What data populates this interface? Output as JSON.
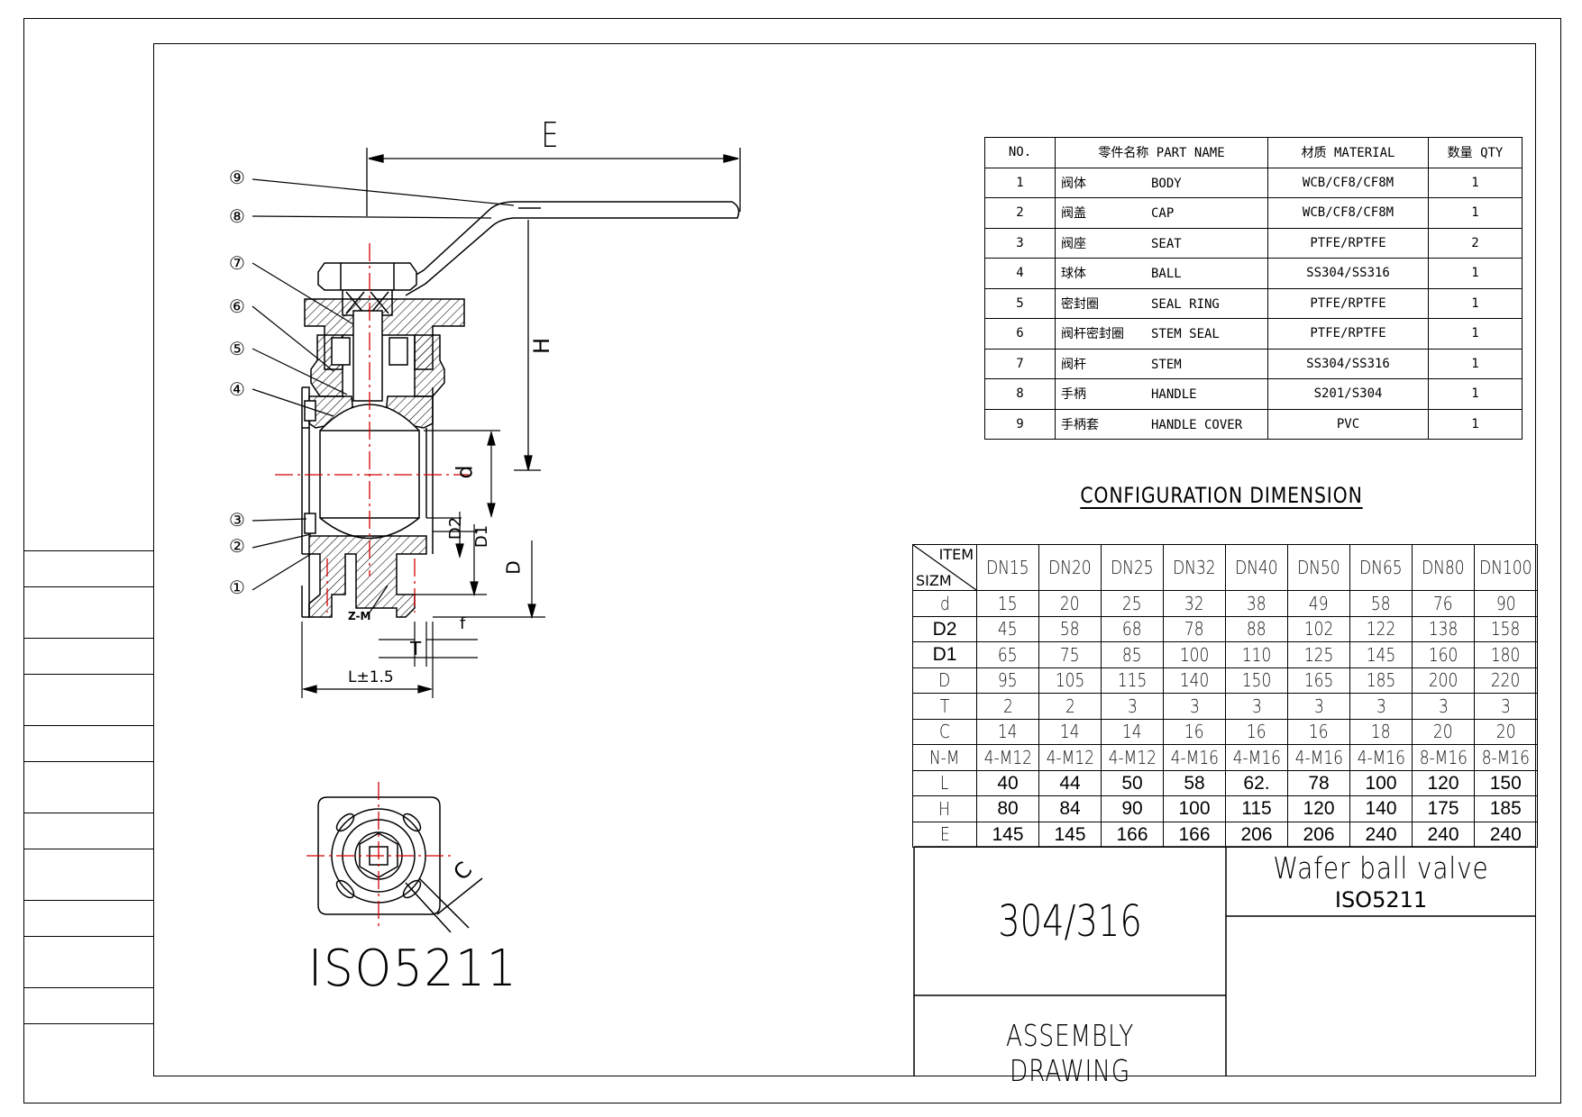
{
  "drawing": {
    "title": "Wafer  ball valve",
    "standard": "ISO5211",
    "material_grade": "304/316",
    "drawing_type": "ASSEMBLY DRAWING",
    "top_view_label": "ISO5211"
  },
  "dimension_labels": {
    "E": "E",
    "H": "H",
    "d": "d",
    "D2": "D2",
    "D1": "D1",
    "D": "D",
    "f": "f",
    "T": "T",
    "L": "L±1.5",
    "ZM": "Z-M",
    "C": "C"
  },
  "balloons": [
    "⑨",
    "⑧",
    "⑦",
    "⑥",
    "⑤",
    "④",
    "③",
    "②",
    "①"
  ],
  "parts_list": {
    "headers": [
      "NO.",
      "零件名称 PART NAME",
      "材质 MATERIAL",
      "数量 QTY"
    ],
    "rows": [
      {
        "no": "1",
        "zh": "阀体",
        "en": "BODY",
        "material": "WCB/CF8/CF8M",
        "qty": "1"
      },
      {
        "no": "2",
        "zh": "阀盖",
        "en": "CAP",
        "material": "WCB/CF8/CF8M",
        "qty": "1"
      },
      {
        "no": "3",
        "zh": "阀座",
        "en": "SEAT",
        "material": "PTFE/RPTFE",
        "qty": "2"
      },
      {
        "no": "4",
        "zh": "球体",
        "en": "BALL",
        "material": "SS304/SS316",
        "qty": "1"
      },
      {
        "no": "5",
        "zh": "密封圈",
        "en": "SEAL RING",
        "material": "PTFE/RPTFE",
        "qty": "1"
      },
      {
        "no": "6",
        "zh": "阀杆密封圈",
        "en": "STEM SEAL",
        "material": "PTFE/RPTFE",
        "qty": "1"
      },
      {
        "no": "7",
        "zh": "阀杆",
        "en": "STEM",
        "material": "SS304/SS316",
        "qty": "1"
      },
      {
        "no": "8",
        "zh": "手柄",
        "en": "HANDLE",
        "material": "S201/S304",
        "qty": "1"
      },
      {
        "no": "9",
        "zh": "手柄套",
        "en": "HANDLE COVER",
        "material": "PVC",
        "qty": "1"
      }
    ]
  },
  "configuration": {
    "title": "CONFIGURATION  DIMENSION",
    "corner_item": "ITEM",
    "corner_size": "SIZM",
    "sizes": [
      "DN15",
      "DN20",
      "DN25",
      "DN32",
      "DN40",
      "DN50",
      "DN65",
      "DN80",
      "DN100"
    ],
    "rows": [
      {
        "label": "d",
        "values": [
          "15",
          "20",
          "25",
          "32",
          "38",
          "49",
          "58",
          "76",
          "90"
        ]
      },
      {
        "label": "D2",
        "values": [
          "45",
          "58",
          "68",
          "78",
          "88",
          "102",
          "122",
          "138",
          "158"
        ]
      },
      {
        "label": "D1",
        "values": [
          "65",
          "75",
          "85",
          "100",
          "110",
          "125",
          "145",
          "160",
          "180"
        ]
      },
      {
        "label": "D",
        "values": [
          "95",
          "105",
          "115",
          "140",
          "150",
          "165",
          "185",
          "200",
          "220"
        ]
      },
      {
        "label": "T",
        "values": [
          "2",
          "2",
          "3",
          "3",
          "3",
          "3",
          "3",
          "3",
          "3"
        ]
      },
      {
        "label": "C",
        "values": [
          "14",
          "14",
          "14",
          "16",
          "16",
          "16",
          "18",
          "20",
          "20"
        ]
      },
      {
        "label": "N-M",
        "values": [
          "4-M12",
          "4-M12",
          "4-M12",
          "4-M16",
          "4-M16",
          "4-M16",
          "4-M16",
          "8-M16",
          "8-M16"
        ]
      },
      {
        "label": "L",
        "values": [
          "40",
          "44",
          "50",
          "58",
          "62.",
          "78",
          "100",
          "120",
          "150"
        ]
      },
      {
        "label": "H",
        "values": [
          "80",
          "84",
          "90",
          "100",
          "115",
          "120",
          "140",
          "175",
          "185"
        ]
      },
      {
        "label": "E",
        "values": [
          "145",
          "145",
          "166",
          "166",
          "206",
          "206",
          "240",
          "240",
          "240"
        ]
      }
    ]
  },
  "colors": {
    "line": "#000000",
    "centerline": "#d40000",
    "hatch": "#000000"
  }
}
